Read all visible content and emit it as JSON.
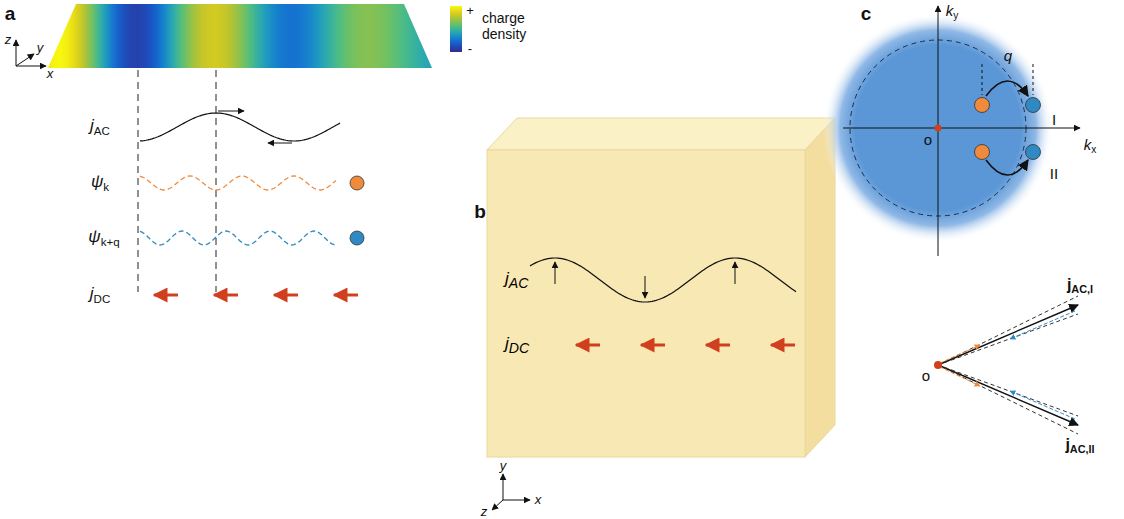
{
  "diagram": {
    "nodes": [
      {
        "text": [
          "jAC",
          "jDC"
        ]
      }
    ],
    "labels": [
      "a",
      "z",
      "y",
      "x",
      "+",
      "-",
      "jAC",
      "ψk",
      "ψk+q",
      "jDC",
      "b",
      "y",
      "x",
      "z",
      "c",
      "ky",
      "kx",
      "o",
      "q",
      "I",
      "II",
      "o",
      "jAC,I",
      "jAC,II"
    ],
    "legend": [
      {
        "text": "charge density"
      }
    ]
  }
}
